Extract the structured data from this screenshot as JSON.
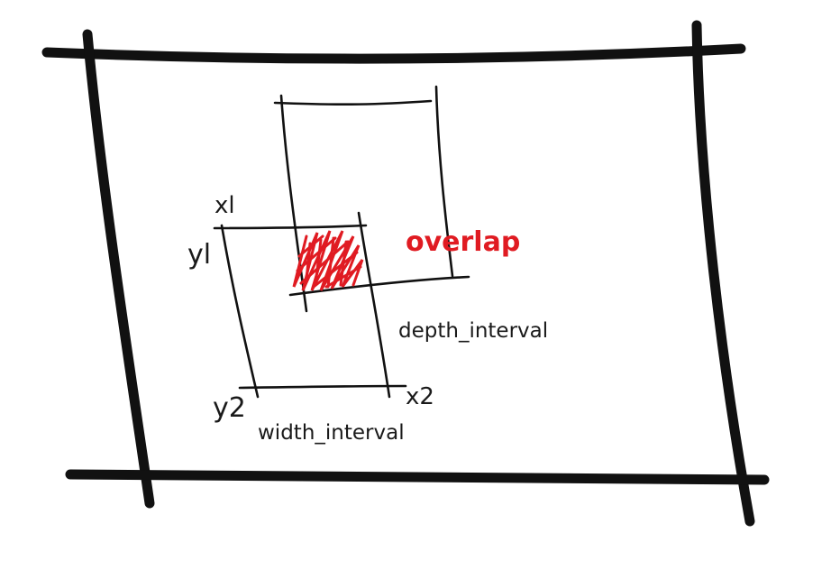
{
  "labels": {
    "x1": "xl",
    "y1": "yl",
    "y2": "y2",
    "x2": "x2",
    "overlap": "overlap",
    "depth_interval": "depth_interval",
    "width_interval": "width_interval"
  },
  "colors": {
    "ink": "#111111",
    "overlap": "#e01b22",
    "background": "#ffffff"
  }
}
